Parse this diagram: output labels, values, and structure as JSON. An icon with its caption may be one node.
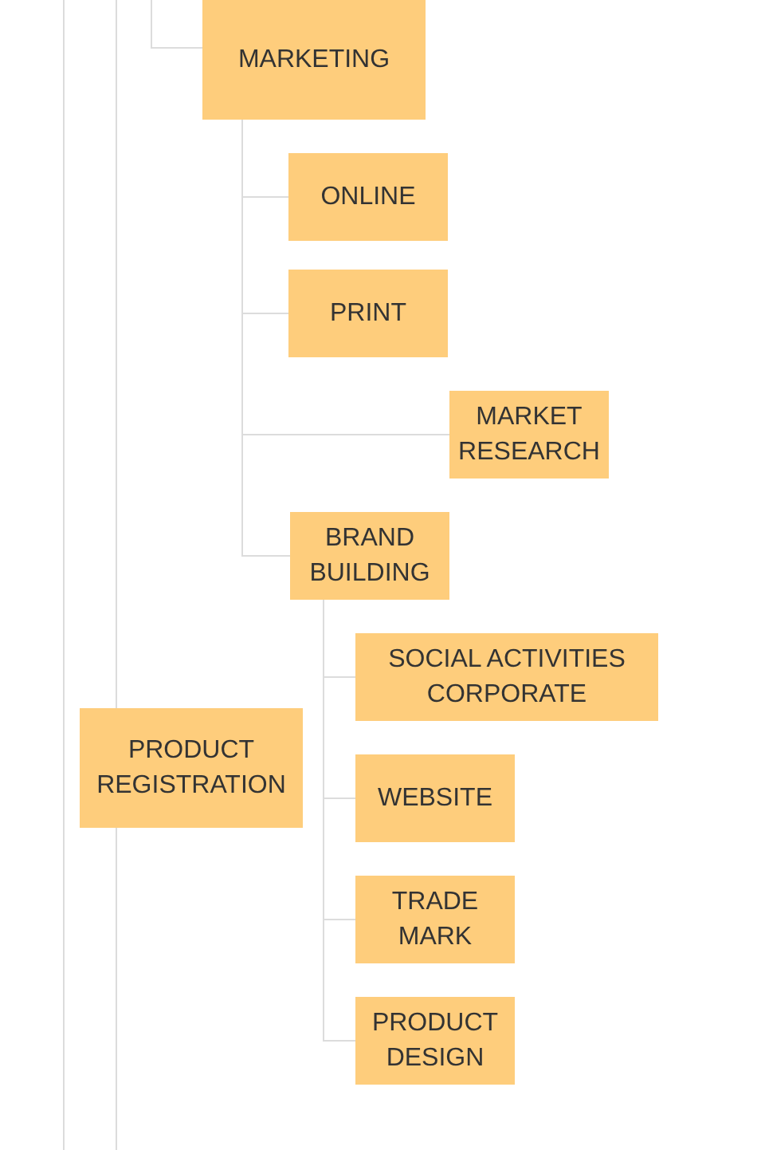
{
  "diagram": {
    "nodes": [
      {
        "text": [
          "MARKETING"
        ]
      },
      {
        "text": [
          "ONLINE"
        ]
      },
      {
        "text": [
          "PRINT"
        ]
      },
      {
        "text": [
          "MARKET RESEARCH"
        ]
      },
      {
        "text": [
          "BRAND BUILDING"
        ]
      },
      {
        "text": [
          "SOCIAL ACTIVITIES CORPORATE"
        ]
      },
      {
        "text": [
          "PRODUCT REGISTRATION"
        ]
      },
      {
        "text": [
          "WEBSITE"
        ]
      },
      {
        "text": [
          "TRADE MARK"
        ]
      },
      {
        "text": [
          "PRODUCT DESIGN"
        ]
      }
    ],
    "edges": [
      {
        "from": null,
        "to": 0,
        "arrow": "none"
      },
      {
        "from": 0,
        "to": 1,
        "arrow": "none"
      },
      {
        "from": 0,
        "to": 2,
        "arrow": "none"
      },
      {
        "from": 0,
        "to": 3,
        "arrow": "none"
      },
      {
        "from": 0,
        "to": 4,
        "arrow": "none"
      },
      {
        "from": 4,
        "to": 5,
        "arrow": "none"
      },
      {
        "from": 4,
        "to": 7,
        "arrow": "none"
      },
      {
        "from": 4,
        "to": 8,
        "arrow": "none"
      },
      {
        "from": 4,
        "to": 9,
        "arrow": "none"
      }
    ]
  }
}
